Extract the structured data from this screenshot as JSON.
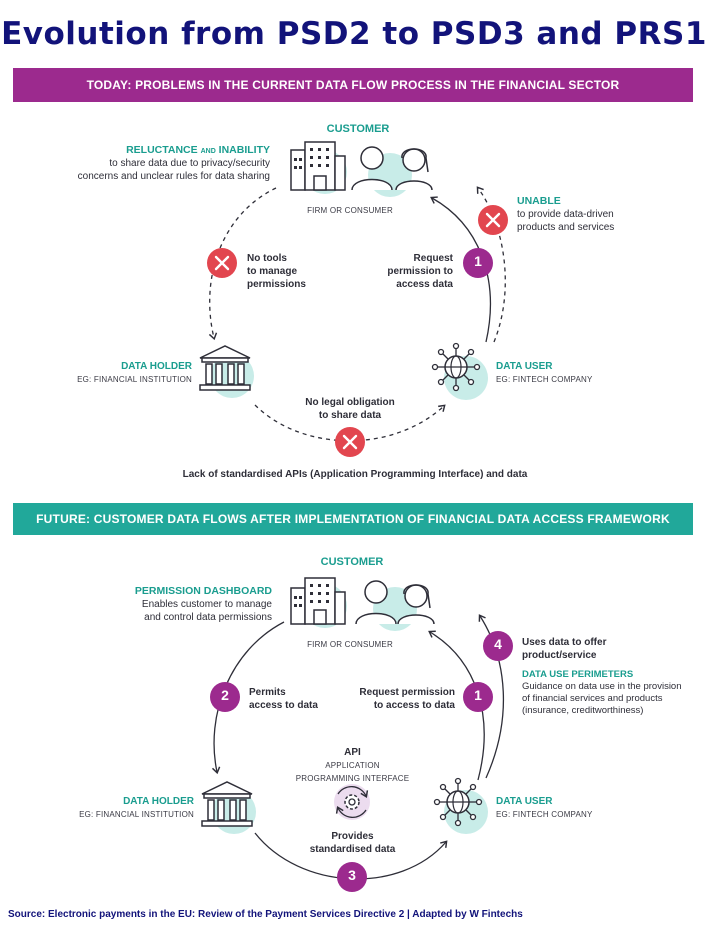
{
  "title": "Evolution from PSD2 to PSD3 and PRS1",
  "today": {
    "banner": "TODAY: PROBLEMS IN THE CURRENT DATA FLOW PROCESS IN THE FINANCIAL SECTOR",
    "customer_label": "CUSTOMER",
    "customer_sub": "FIRM OR CONSUMER",
    "reluctance_title_a": "RELUCTANCE ",
    "reluctance_title_and": "and",
    "reluctance_title_b": " INABILITY",
    "reluctance_line1": "to share data due to privacy/security",
    "reluctance_line2": "concerns and unclear rules for data sharing",
    "unable_title": "UNABLE",
    "unable_line1": "to provide data-driven",
    "unable_line2": "products and services",
    "no_tools_line1": "No tools",
    "no_tools_line2": "to manage",
    "no_tools_line3": "permissions",
    "request_line1": "Request",
    "request_line2": "permission to",
    "request_line3": "access data",
    "request_step": "1",
    "data_holder_label": "DATA HOLDER",
    "data_holder_sub": "EG: FINANCIAL INSTITUTION",
    "data_user_label": "DATA USER",
    "data_user_sub": "EG: FINTECH COMPANY",
    "no_legal_line1": "No legal obligation",
    "no_legal_line2": "to share data",
    "lack_text": "Lack of standardised APIs (Application Programming Interface) and data"
  },
  "future": {
    "banner": "FUTURE: CUSTOMER DATA FLOWS AFTER IMPLEMENTATION OF FINANCIAL DATA ACCESS FRAMEWORK",
    "customer_label": "CUSTOMER",
    "customer_sub": "FIRM OR CONSUMER",
    "dashboard_title": "PERMISSION DASHBOARD",
    "dashboard_line1": "Enables customer to manage",
    "dashboard_line2": "and control data permissions",
    "step2": "2",
    "permits_line1": "Permits",
    "permits_line2": "access to data",
    "step1": "1",
    "request_line1": "Request permission",
    "request_line2": "to access to data",
    "step4": "4",
    "uses_line1": "Uses data to offer",
    "uses_line2": "product/service",
    "perimeters_title": "DATA USE PERIMETERS",
    "perimeters_line1": "Guidance on data use in the provision",
    "perimeters_line2": "of financial services and products",
    "perimeters_line3": "(insurance, creditworthiness)",
    "api_title": "API",
    "api_line1": "APPLICATION",
    "api_line2": "PROGRAMMING INTERFACE",
    "data_holder_label": "DATA HOLDER",
    "data_holder_sub": "EG: FINANCIAL INSTITUTION",
    "data_user_label": "DATA USER",
    "data_user_sub": "EG: FINTECH COMPANY",
    "provides_line1": "Provides",
    "provides_line2": "standardised data",
    "step3": "3"
  },
  "source": "Source: Electronic payments in the EU: Review of the Payment Services Directive 2 | Adapted by W Fintechs",
  "colors": {
    "navy": "#12137a",
    "magenta": "#9c2a8e",
    "teal": "#1a9d8f",
    "teal_light": "#c8ece8",
    "red_x": "#e2464f",
    "step_purple": "#9c2a8e"
  },
  "icons": [
    "building-icon",
    "customers-icon",
    "bank-icon",
    "globe-network-icon",
    "gear-cycle-icon",
    "cross-icon"
  ]
}
